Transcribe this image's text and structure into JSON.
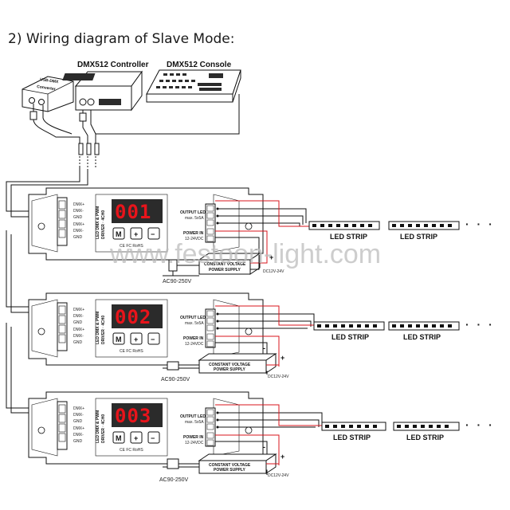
{
  "title": "2) Wiring diagram of Slave Mode:",
  "top_devices": {
    "usb_converter_label_line1": "USB-DMX",
    "usb_converter_label_line2": "Converter",
    "controller_label": "DMX512 Controller",
    "console_label": "DMX512 Console"
  },
  "watermark": "www.festoon-light.com",
  "terminal_labels": [
    "DMX+",
    "DMX-",
    "GND",
    "DMX+",
    "DMX-",
    "GND"
  ],
  "decoders": [
    {
      "display": "001"
    },
    {
      "display": "002"
    },
    {
      "display": "003"
    }
  ],
  "decoder_panel": {
    "side_text_line1": "LED DMX & PWM",
    "side_text_line2": "DRIVER · 4CH0",
    "button_m": "M",
    "button_plus": "+",
    "button_minus": "−",
    "cert_text": "CE FC RoHS",
    "output_label": "OUTPUT LED",
    "output_sub": "max. 5x5A",
    "power_label": "POWER IN",
    "power_sub": "12-24VDC"
  },
  "power_supply": {
    "label_line1": "CONSTANT VOLTAGE",
    "label_line2": "POWER SUPPLY",
    "ac_label": "AC90-250V",
    "dc_label": "DC12V-24V",
    "plus": "+",
    "minus": "-"
  },
  "strip_label": "LED STRIP",
  "ellipsis": "· · ·",
  "colors": {
    "wire_red": "#d8151c",
    "wire_black": "#111111",
    "display_red": "#e8141b",
    "line_dark": "#1a1a1a",
    "device_fill": "#ffffff",
    "display_bg": "#2b2b2b"
  }
}
